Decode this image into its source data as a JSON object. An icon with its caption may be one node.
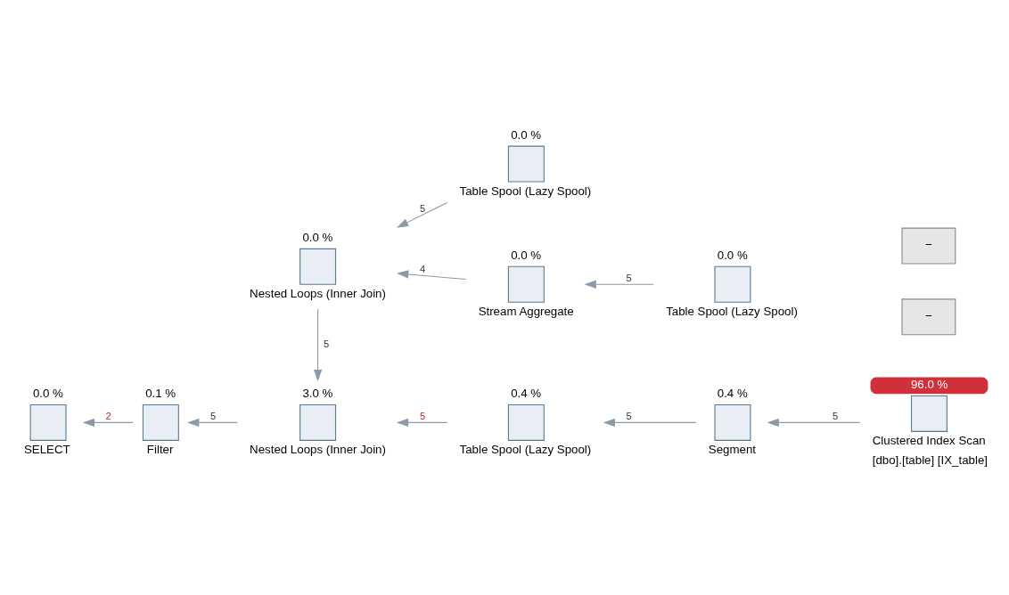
{
  "diagram": {
    "nodes": [
      {
        "text": [
          "0.0 %",
          "SELECT"
        ]
      },
      {
        "text": [
          "0.1 %",
          "Filter"
        ]
      },
      {
        "text": [
          "3.0 %",
          "Nested Loops (Inner Join)"
        ]
      },
      {
        "text": [
          "0.4 %",
          "Table Spool (Lazy Spool)"
        ]
      },
      {
        "text": [
          "0.4 %",
          "Segment"
        ]
      },
      {
        "text": [
          "96.0 %",
          "Clustered Index Scan",
          "[dbo].[table] [IX_table]"
        ]
      },
      {
        "text": [
          "0.0 %",
          "Nested Loops (Inner Join)"
        ]
      },
      {
        "text": [
          "0.0 %",
          "Stream Aggregate"
        ]
      },
      {
        "text": [
          "0.0 %",
          "Table Spool (Lazy Spool)"
        ]
      },
      {
        "text": [
          "0.0 %",
          "Table Spool (Lazy Spool)"
        ]
      }
    ],
    "edges": [
      {
        "from": 1,
        "to": 0,
        "arrow": "to",
        "label": "2"
      },
      {
        "from": 2,
        "to": 1,
        "arrow": "to",
        "label": "5"
      },
      {
        "from": 3,
        "to": 2,
        "arrow": "to",
        "label": "5"
      },
      {
        "from": 4,
        "to": 3,
        "arrow": "to",
        "label": "5"
      },
      {
        "from": 5,
        "to": 4,
        "arrow": "to",
        "label": "5"
      },
      {
        "from": 6,
        "to": 2,
        "arrow": "to",
        "label": "5"
      },
      {
        "from": 7,
        "to": 6,
        "arrow": "to",
        "label": "4"
      },
      {
        "from": 8,
        "to": 7,
        "arrow": "to",
        "label": "5"
      },
      {
        "from": 9,
        "to": 6,
        "arrow": "to",
        "label": "5"
      }
    ],
    "labels": [
      "−",
      "−"
    ]
  }
}
